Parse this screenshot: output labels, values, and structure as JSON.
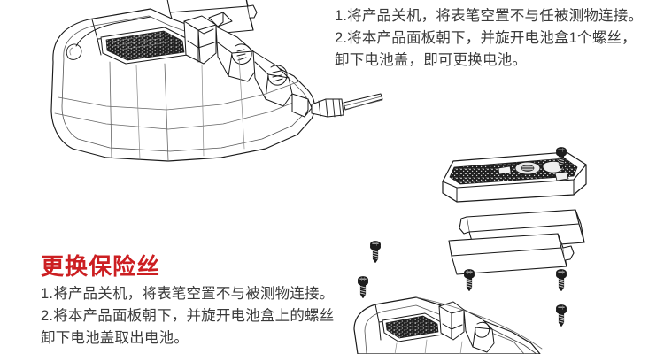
{
  "page": {
    "background_color": "#ffffff",
    "text_color": "#3a3a3a",
    "accent_color": "#cc1f22",
    "line_art_color": "#1a1a1a"
  },
  "instructions_top": {
    "lines": [
      "1.将产品关机，将表笔空置不与任被测物连接。",
      "2.将本产品面板朝下，并旋开电池盒1个螺丝，",
      "卸下电池盖，即可更换电池。"
    ]
  },
  "section": {
    "heading": "更换保险丝",
    "lines": [
      "1.将产品关机，将表笔空置不与被测物连接。",
      "2.将本产品面板朝下，并旋开电池盒上的螺丝",
      "卸下电池盖取出电池。"
    ]
  },
  "illustration": {
    "main_device_label": "clamp-meter-body-line-drawing",
    "top_battery_label": "aa-battery-cylinder",
    "cover_label": "battery-compartment-cover",
    "battery_count": 2,
    "screw_count": 6
  }
}
